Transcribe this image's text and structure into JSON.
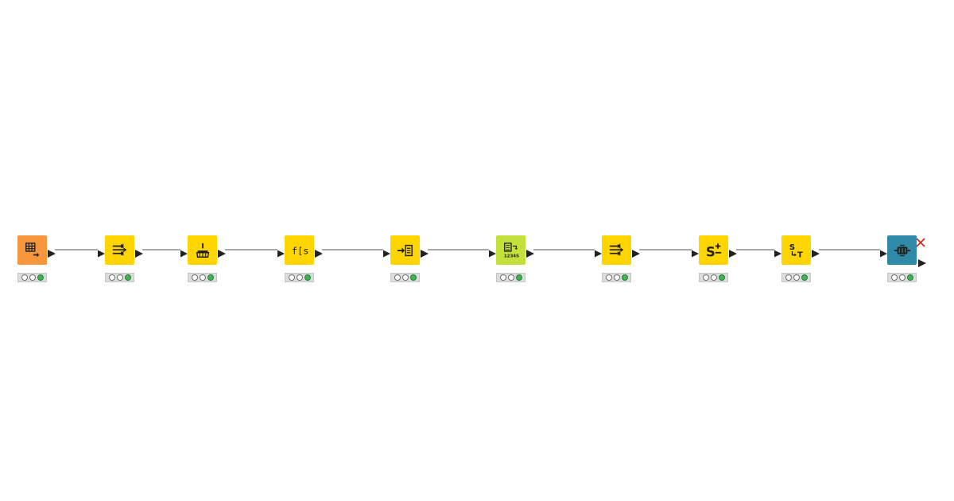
{
  "workflow": {
    "connection_color": "#555555",
    "nodes": [
      {
        "icon": "table-output-icon",
        "color": "#f7963c",
        "status": [
          "off",
          "off",
          "green"
        ]
      },
      {
        "icon": "column-filter-icon",
        "color": "#ffd500",
        "status": [
          "off",
          "off",
          "green"
        ]
      },
      {
        "icon": "broom-icon",
        "color": "#ffd500",
        "status": [
          "off",
          "off",
          "green"
        ]
      },
      {
        "icon": "string-function-icon",
        "color": "#ffd500",
        "status": [
          "off",
          "off",
          "green"
        ]
      },
      {
        "icon": "append-column-icon",
        "color": "#ffd500",
        "status": [
          "off",
          "off",
          "green"
        ]
      },
      {
        "icon": "document-number-icon",
        "color": "#c4e03b",
        "status": [
          "off",
          "off",
          "green"
        ]
      },
      {
        "icon": "column-filter-icon",
        "color": "#ffd500",
        "status": [
          "off",
          "off",
          "green"
        ]
      },
      {
        "icon": "string-add-icon",
        "color": "#ffd500",
        "status": [
          "off",
          "off",
          "green"
        ]
      },
      {
        "icon": "string-to-type-icon",
        "color": "#ffd500",
        "status": [
          "off",
          "off",
          "green"
        ]
      },
      {
        "icon": "database-connector-icon",
        "color": "#2f8aa7",
        "status": [
          "off",
          "off",
          "green"
        ],
        "warning": true
      }
    ]
  }
}
